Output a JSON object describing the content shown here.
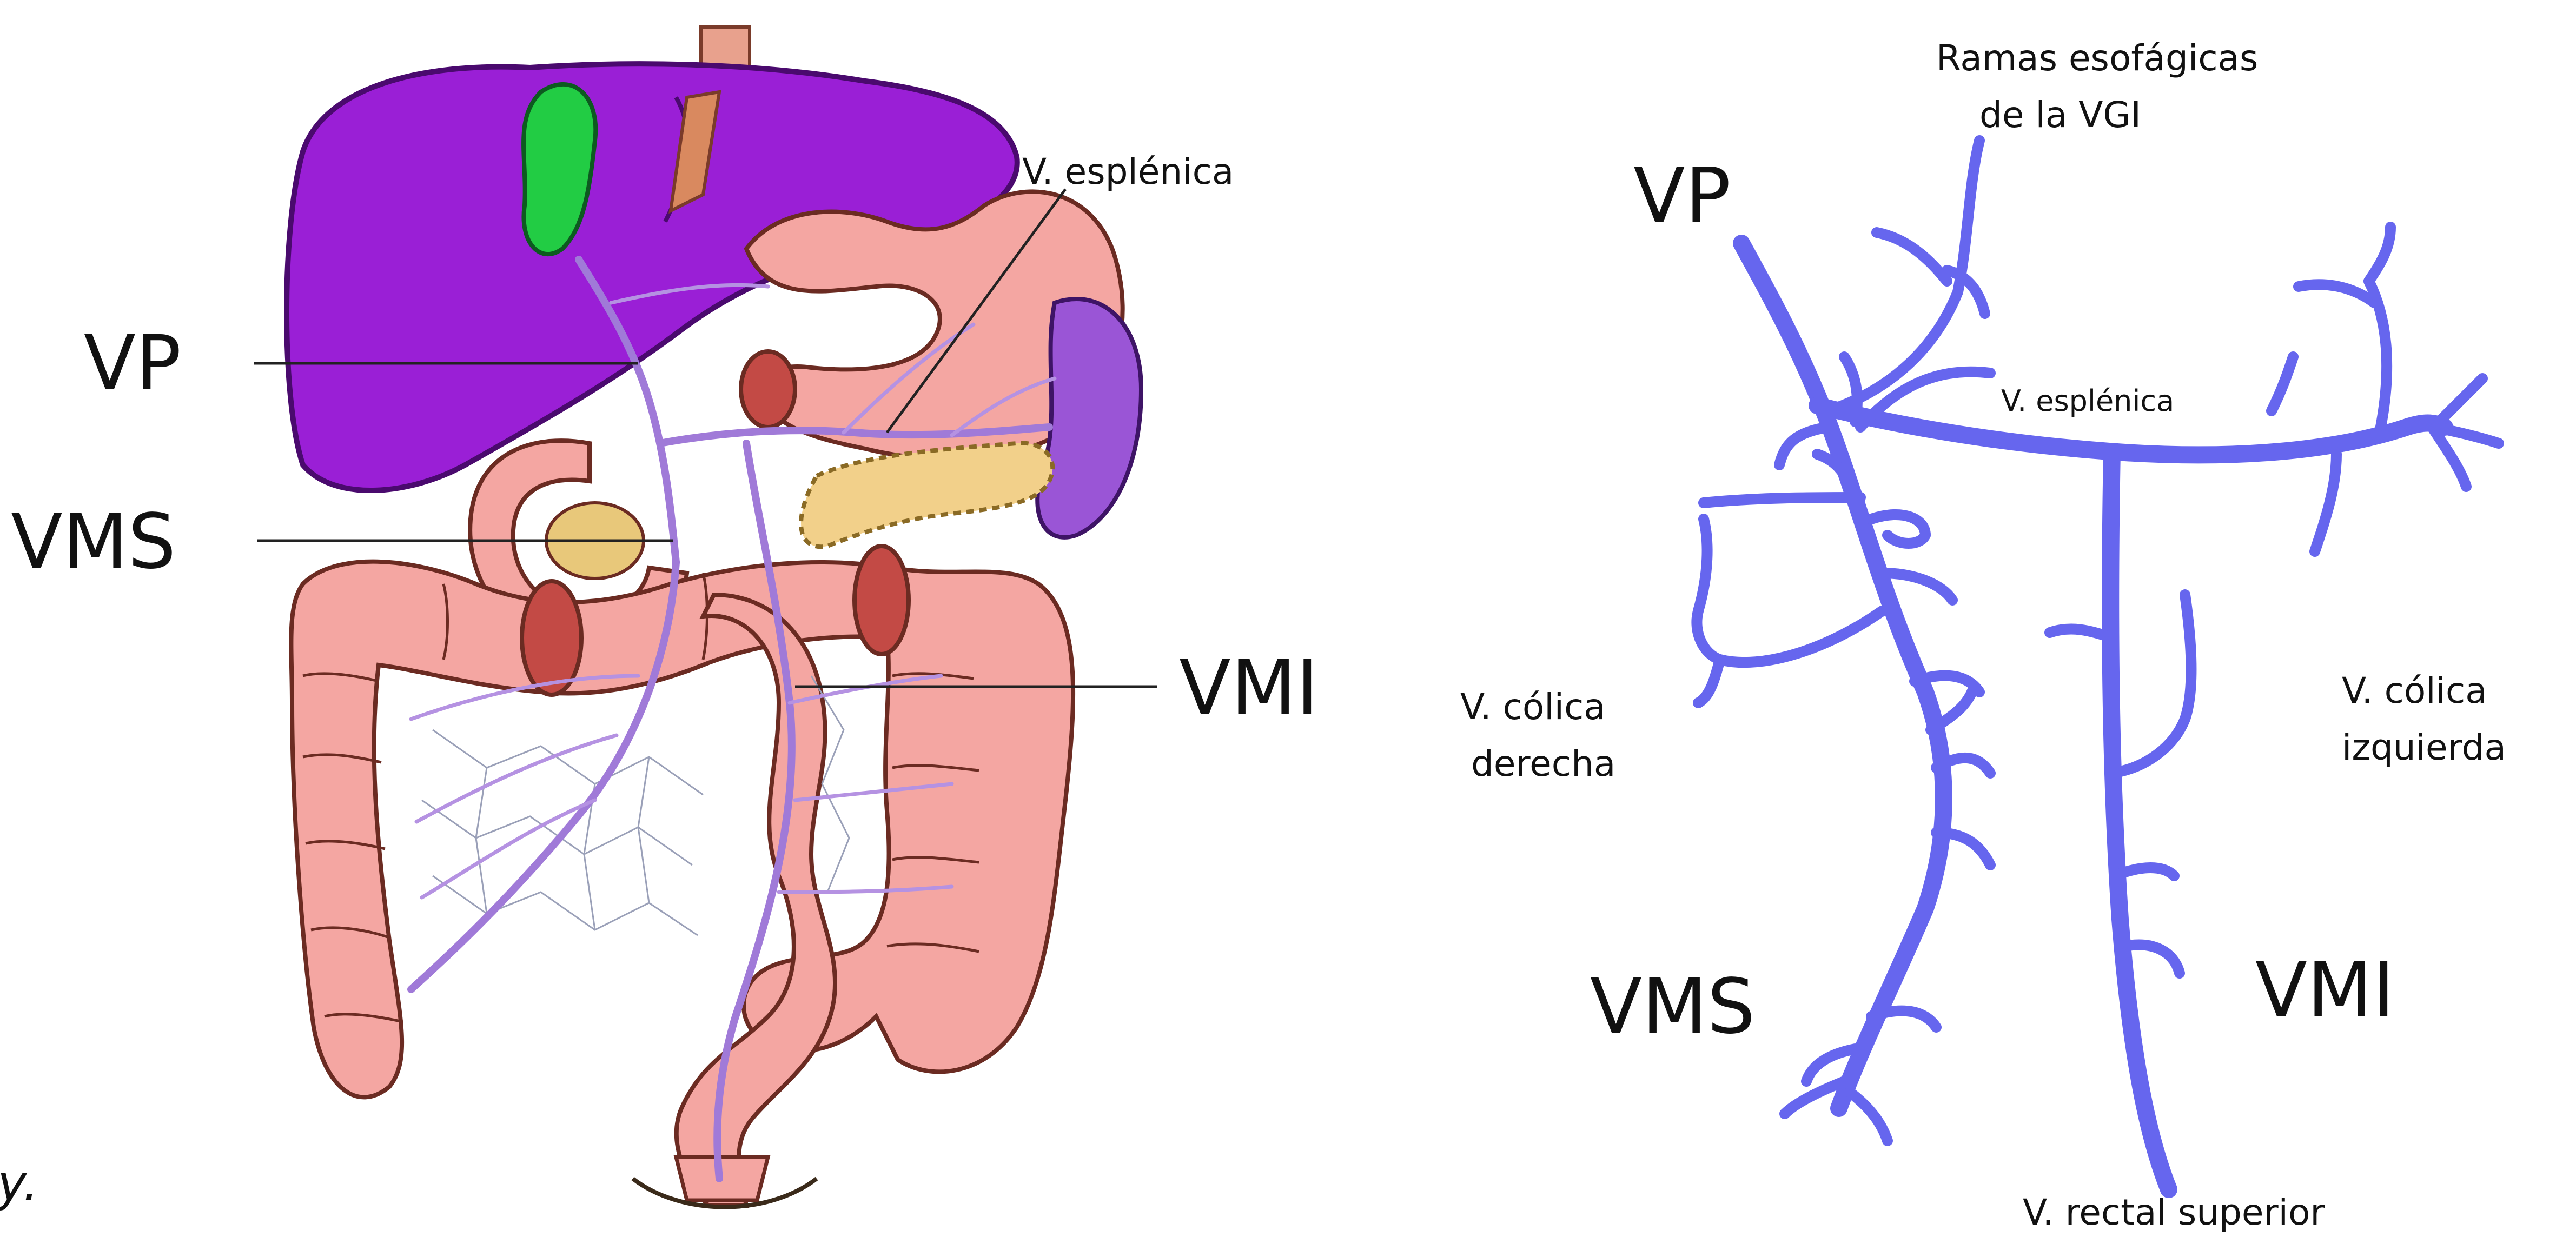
{
  "colors": {
    "vein_blue": "#6666ee",
    "liver_purple": "#9a1fd6",
    "gallbladder_green": "#22cc44",
    "intestine_pink": "#f4a6a2",
    "spleen_purple": "#9a55d6",
    "pancreas_yellow": "#f2d08a",
    "illustration_vein": "#a07ad8",
    "text": "#111111"
  },
  "fragment": {
    "text": "y."
  },
  "illustration": {
    "labels": {
      "vp": "VP",
      "vms": "VMS",
      "vmi": "VMI",
      "splenic": "V. esplénica"
    },
    "icons": [
      "liver-icon",
      "gallbladder-icon",
      "stomach-icon",
      "spleen-icon",
      "pancreas-icon",
      "duodenum-icon",
      "colon-icon",
      "small-intestine-icon"
    ]
  },
  "schematic": {
    "labels": {
      "esophageal_1": "Ramas esofágicas",
      "esophageal_2": "de la VGI",
      "vp": "VP",
      "splenic": "V. esplénica",
      "right_colic_1": "V. cólica",
      "right_colic_2": "derecha",
      "left_colic_1": "V. cólica",
      "left_colic_2": "izquierda",
      "vms": "VMS",
      "vmi": "VMI",
      "rectal": "V. rectal superior"
    }
  }
}
